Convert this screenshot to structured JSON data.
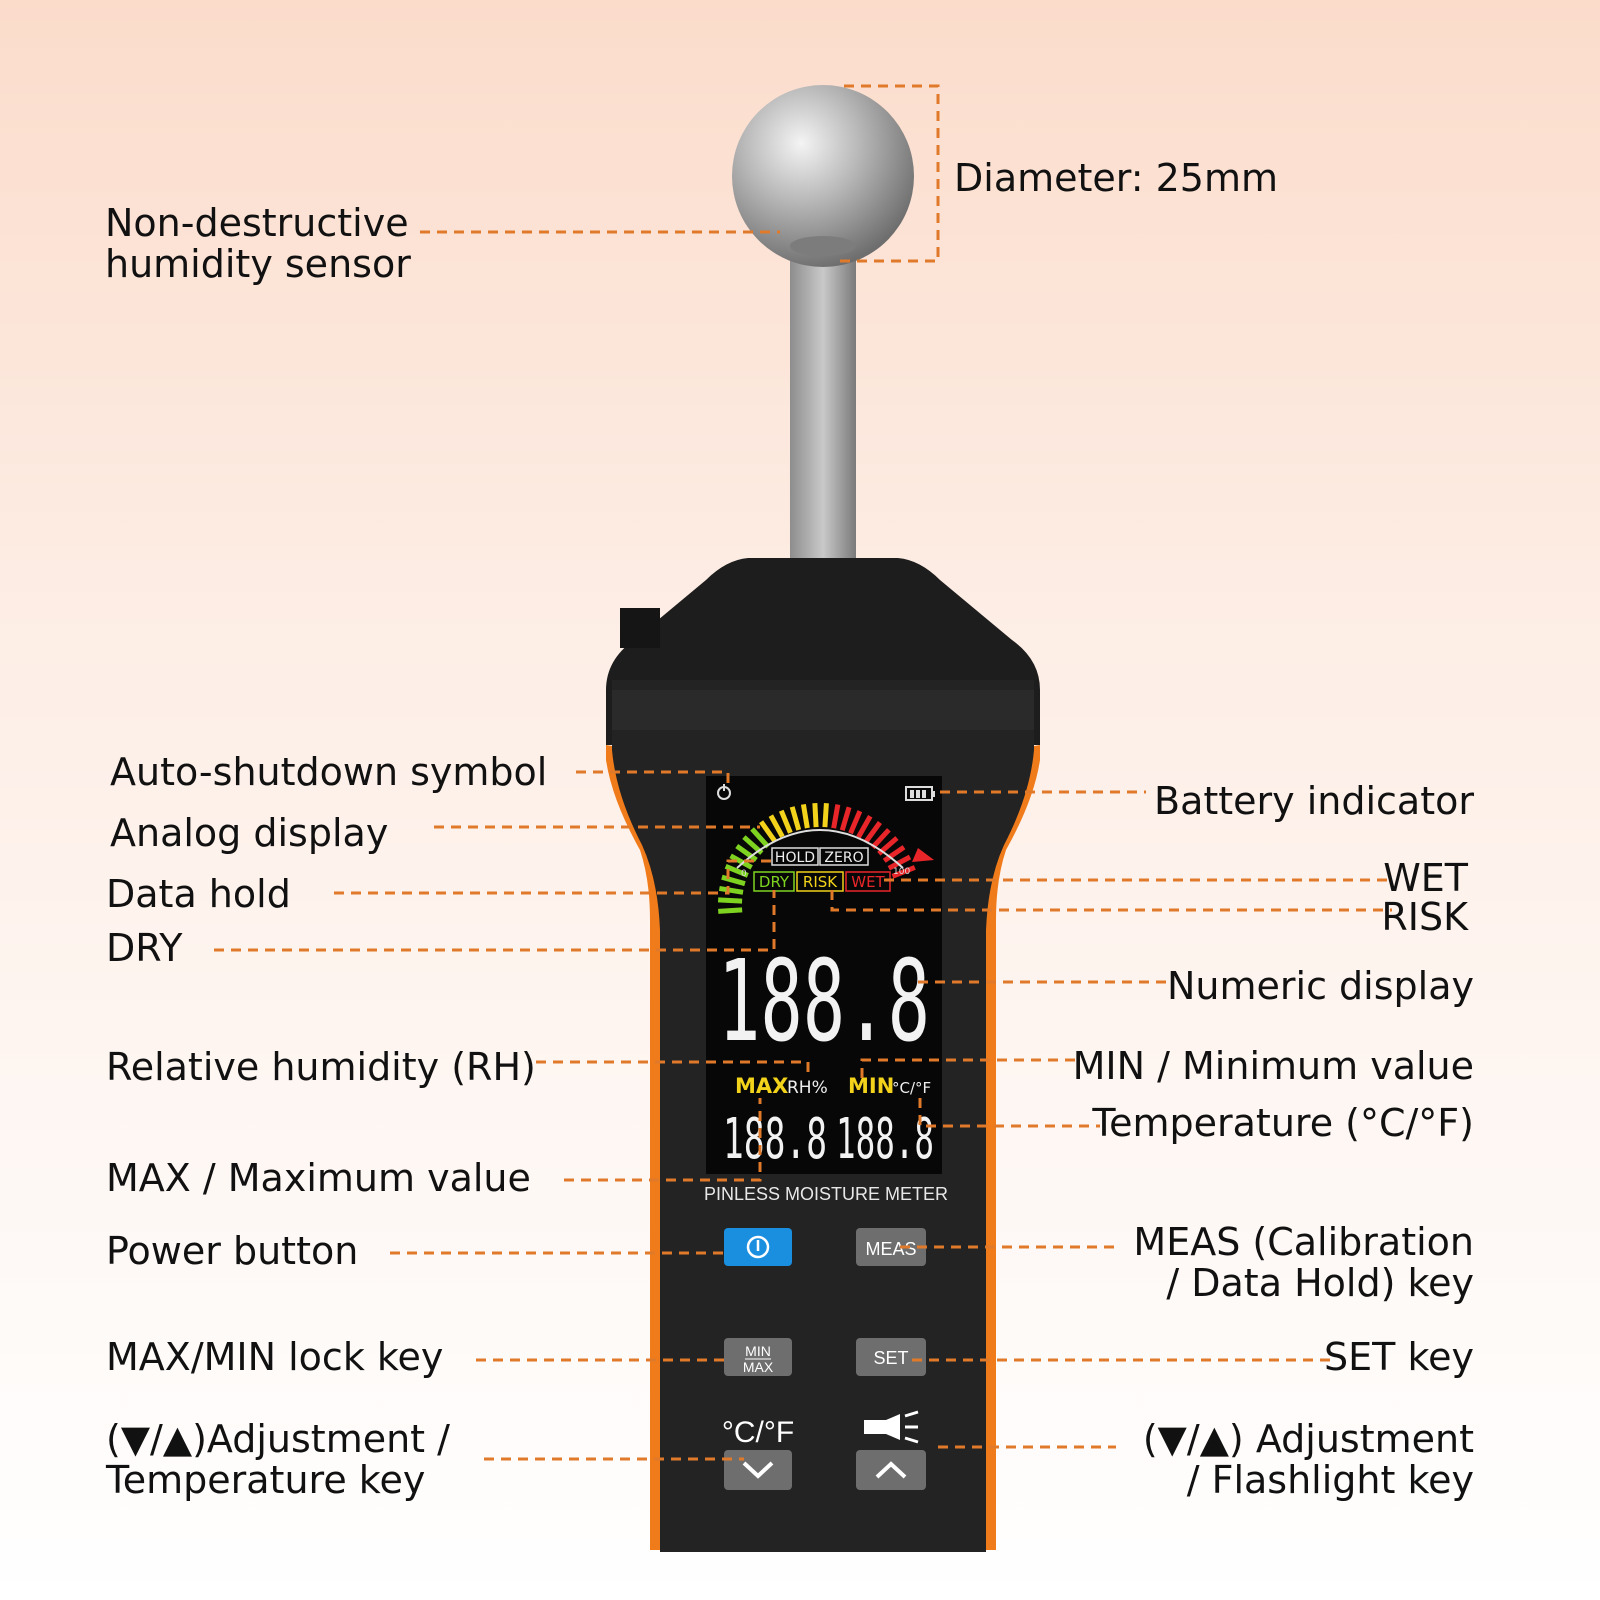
{
  "labels": {
    "sensor_line1": "Non-destructive",
    "sensor_line2": "humidity sensor",
    "diameter": "Diameter: 25mm",
    "auto_shutdown": "Auto-shutdown symbol",
    "analog_display": "Analog display",
    "data_hold": "Data hold",
    "dry": "DRY",
    "relative_humidity": "Relative humidity (RH)",
    "max_value": "MAX / Maximum value",
    "power_button": "Power button",
    "maxmin_lock": "MAX/MIN lock key",
    "temp_key_line1": "(▼/▲)Adjustment /",
    "temp_key_line2": "Temperature key",
    "battery": "Battery indicator",
    "wet": "WET",
    "risk": "RISK",
    "numeric_display": "Numeric display",
    "min_value": "MIN / Minimum value",
    "temperature": "Temperature (°C/°F)",
    "meas_line1": "MEAS (Calibration",
    "meas_line2": "/ Data Hold) key",
    "set_key": "SET key",
    "flash_line1": "(▼/▲) Adjustment",
    "flash_line2": "/ Flashlight key"
  },
  "screen": {
    "hold": "HOLD",
    "zero": "ZERO",
    "dry": "DRY",
    "risk": "RISK",
    "wet": "WET",
    "scale_min": "0",
    "scale_max": "100",
    "main_reading": "188.8",
    "max": "MAX",
    "rh": "RH%",
    "min": "MIN",
    "unit": "°C/°F",
    "sub_left": "188.8",
    "sub_right": "188.8"
  },
  "device": {
    "brand_line": "PINLESS MOISTURE METER",
    "meas_button": "MEAS",
    "min_text": "MIN",
    "max_text": "MAX",
    "set_button": "SET",
    "cf_text": "°C/°F"
  },
  "colors": {
    "leader": "#e07a2a",
    "body": "#232323",
    "accent": "#f07b1a",
    "power": "#1a8fe0",
    "dry": "#7ed321",
    "risk": "#f2d21a",
    "wet": "#e8262a"
  }
}
